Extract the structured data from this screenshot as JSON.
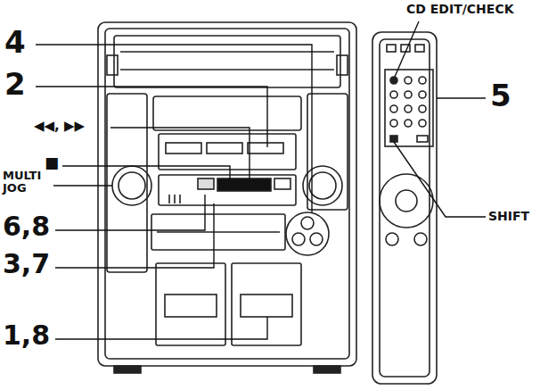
{
  "diagram": {
    "labels": [
      "CD EDIT/CHECK",
      "4",
      "2",
      "◀◀, ▶▶",
      "■",
      "MULTI JOG",
      "6,8",
      "3,7",
      "1,8",
      "5",
      "SHIFT"
    ]
  }
}
